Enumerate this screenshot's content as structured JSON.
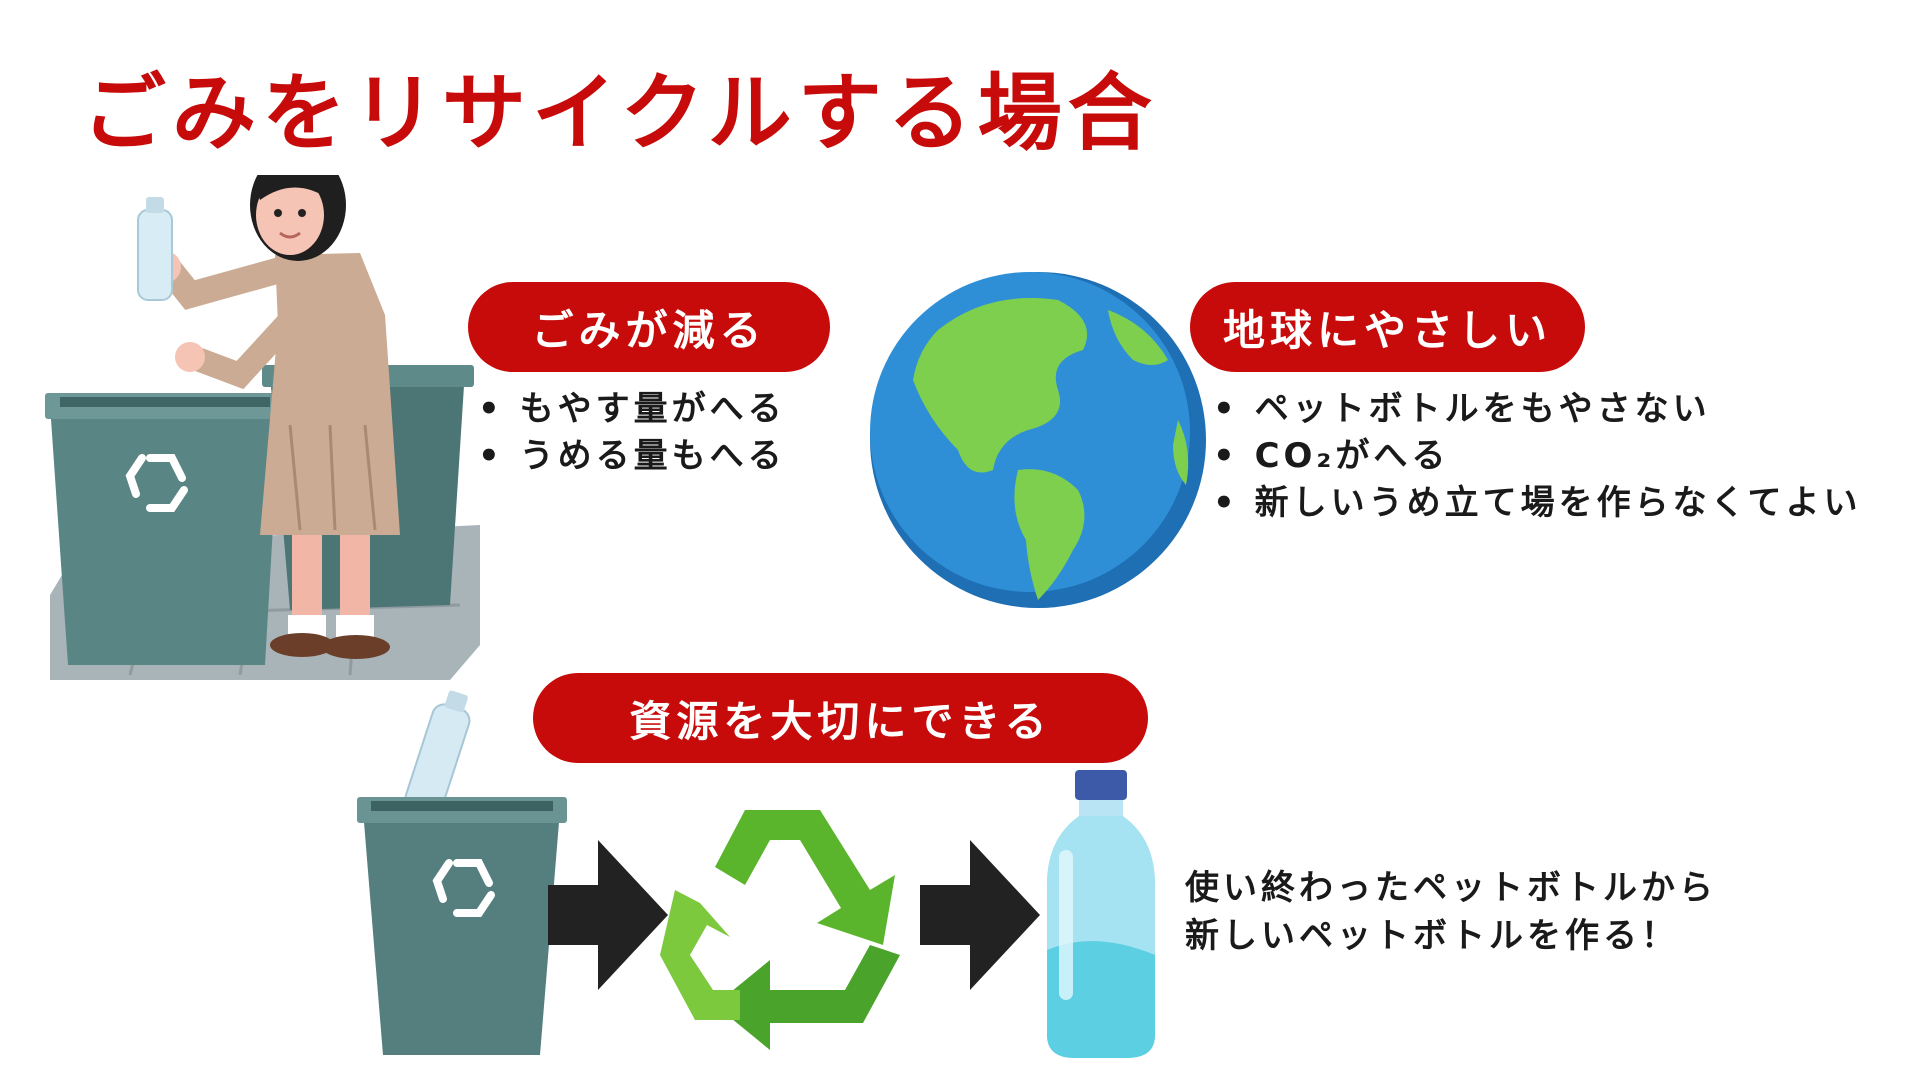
{
  "title": "ごみをリサイクルする場合",
  "sections": {
    "reduce": {
      "label": "ごみが減る",
      "items": [
        "もやす量がへる",
        "うめる量もへる"
      ]
    },
    "earth": {
      "label": "地球にやさしい",
      "items": [
        "ペットボトルをもやさない",
        "CO₂がへる",
        "新しいうめ立て場を作らなくてよい"
      ]
    },
    "resource": {
      "label": "資源を大切にできる",
      "caption": [
        "使い終わったペットボトルから",
        "新しいペットボトルを作る！"
      ]
    }
  },
  "colors": {
    "accent": "#c70a0a",
    "bin": "#557f7f",
    "recycle_green": "#5ab52c",
    "ocean": "#2f8fd6",
    "land": "#7fcf4f"
  },
  "icons": [
    "woman-recycling-illustration",
    "recycle-bin-icon",
    "globe-icon",
    "arrow-right-icon",
    "recycle-symbol-icon",
    "plastic-bottle-icon"
  ]
}
